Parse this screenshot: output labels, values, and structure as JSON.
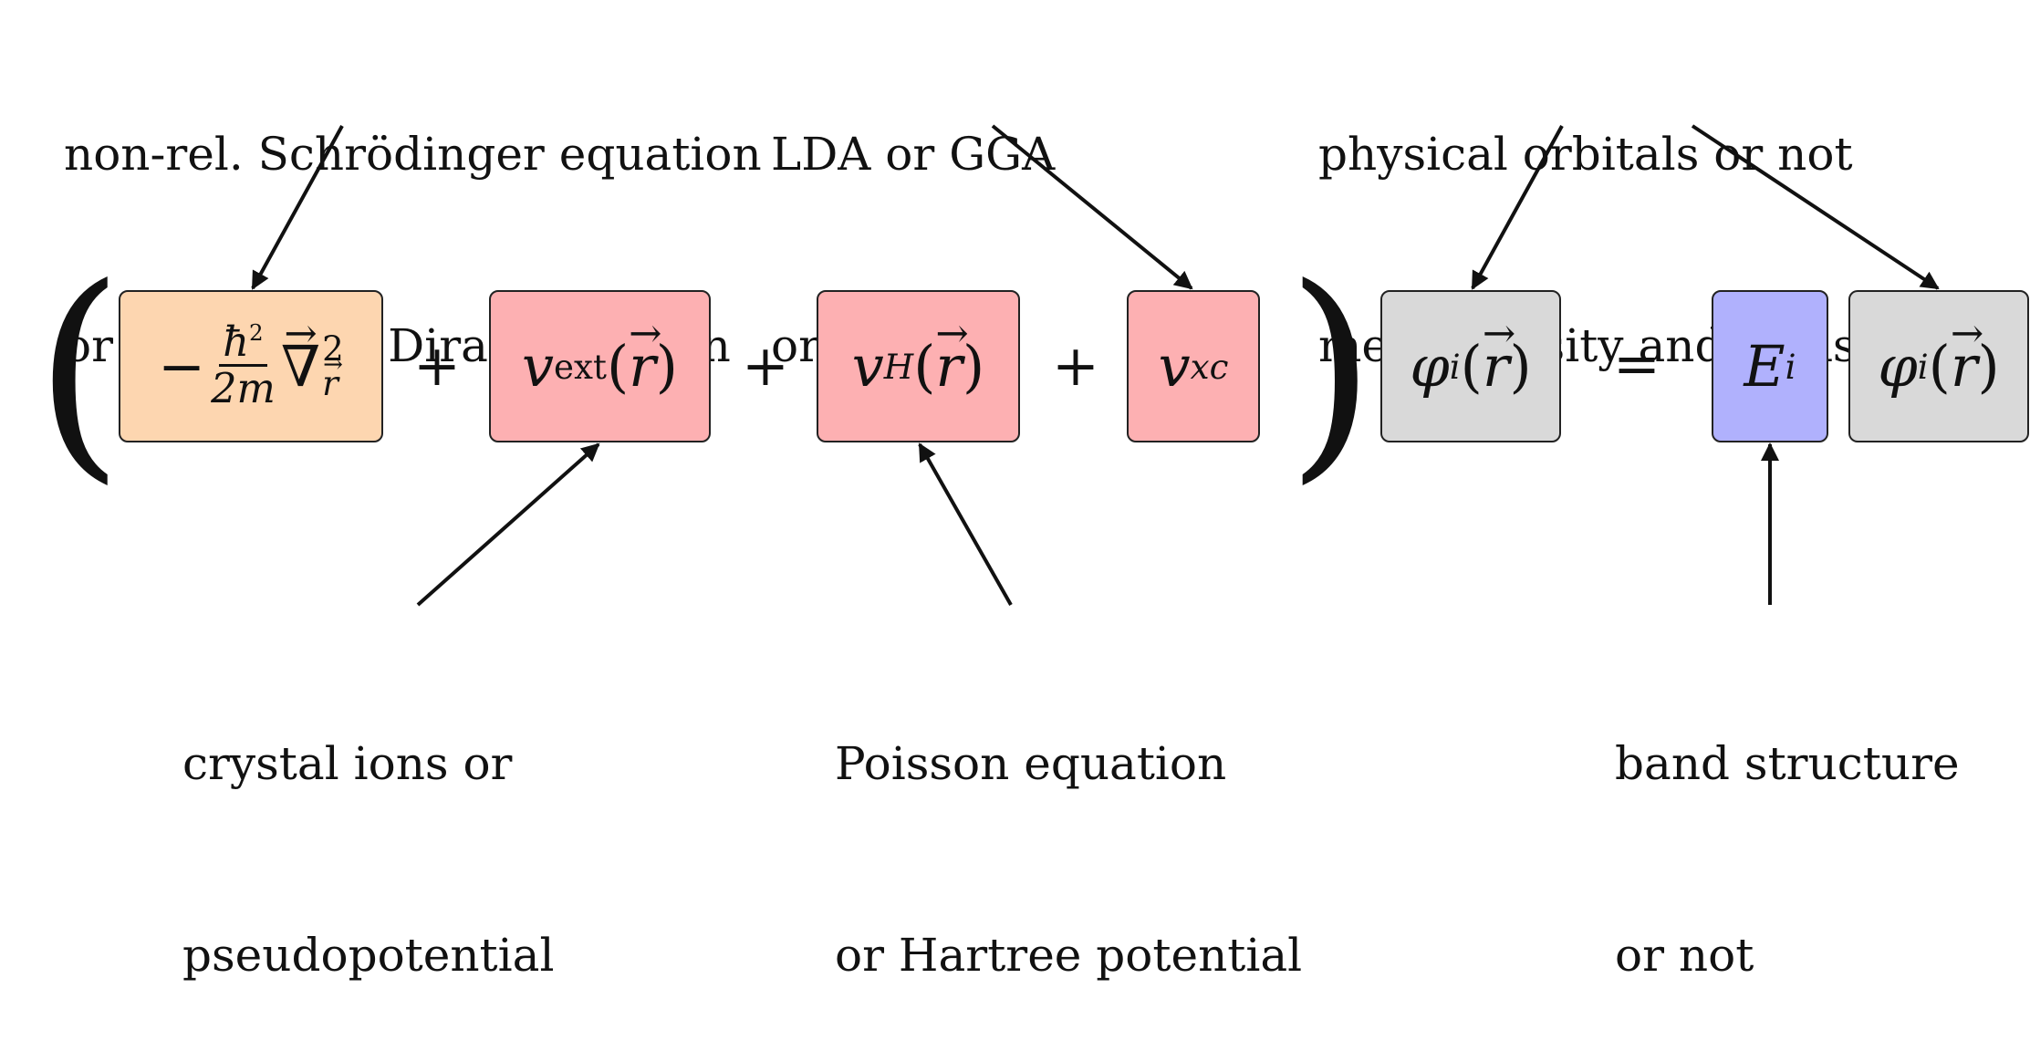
{
  "annotations": {
    "schrodinger": [
      "non-rel. Schrödinger equation",
      "or relativistic Dirac equation"
    ],
    "functional": [
      "LDA or GGA",
      "or hybrids"
    ],
    "orbitals": [
      "physical orbitals or not",
      "mesh density and basis set"
    ],
    "ions": [
      "crystal ions or",
      "pseudopotential"
    ],
    "poisson": [
      "Poisson equation",
      "or Hartree potential"
    ],
    "band": [
      "band structure",
      "or not"
    ]
  },
  "operators": {
    "plus": "+",
    "equals": "=",
    "left_paren": "(",
    "right_paren": ")"
  },
  "terms": {
    "kinetic": {
      "minus": "−",
      "hbar": "ħ",
      "sq": "2",
      "den": "2m",
      "nabla": "∇",
      "sub": "r",
      "sup": "2"
    },
    "vext": {
      "v": "v",
      "sub": "ext",
      "arg": "(",
      "r": "r",
      "close": ")"
    },
    "vh": {
      "v": "v",
      "sub": "H",
      "arg": "(",
      "r": "r",
      "close": ")"
    },
    "vxc": {
      "v": "v",
      "sub": "xc"
    },
    "phi_left": {
      "phi": "φ",
      "sub": "i",
      "arg": "(",
      "r": "r",
      "close": ")"
    },
    "energy": {
      "e": "E",
      "sub": "i"
    },
    "phi_right": {
      "phi": "φ",
      "sub": "i",
      "arg": "(",
      "r": "r",
      "close": ")"
    }
  },
  "colors": {
    "kinetic": "#fdd6b0",
    "potential": "#fdb0b2",
    "orbital": "#d9d9d9",
    "energy": "#b0b1fd"
  }
}
